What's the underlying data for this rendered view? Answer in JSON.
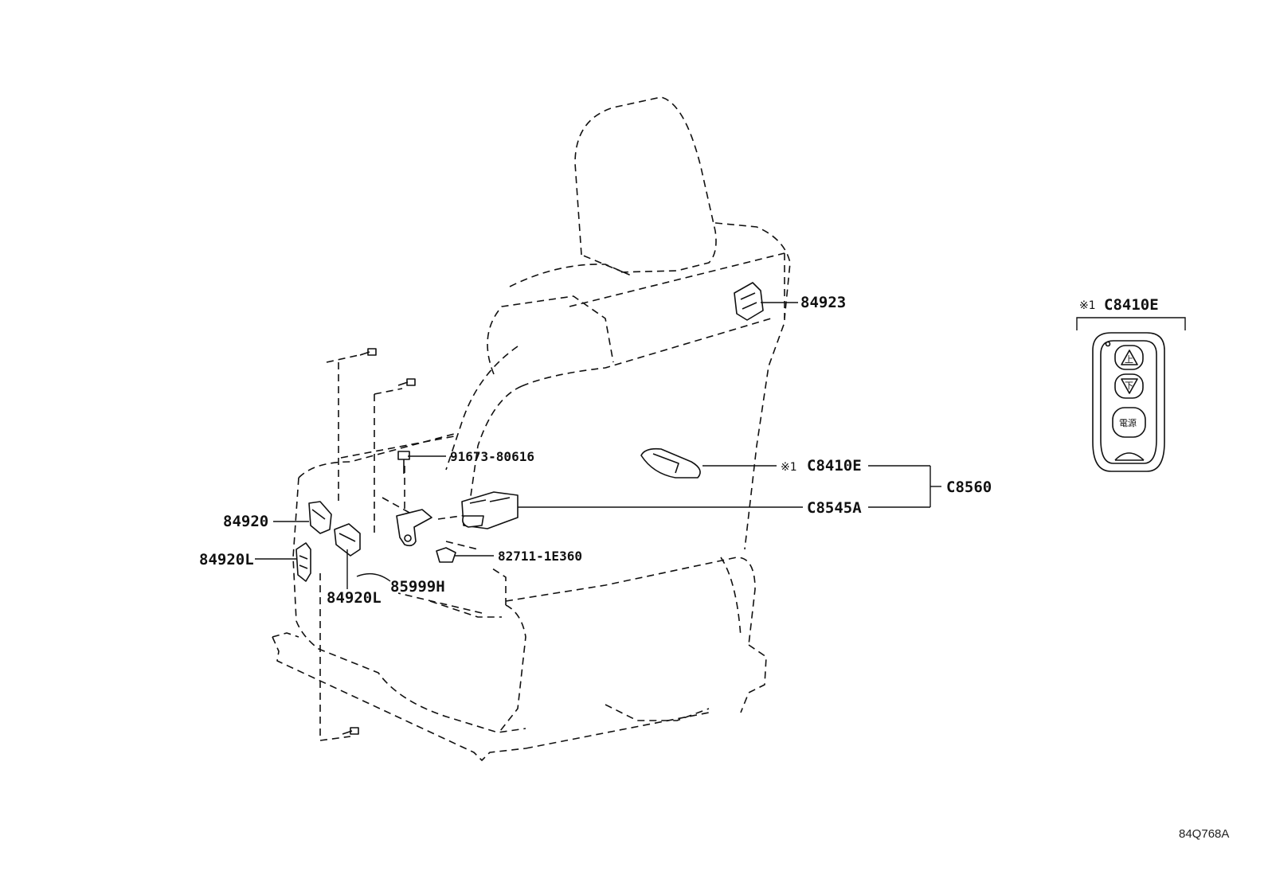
{
  "figure_id": "84Q768A",
  "callouts": {
    "p84923": "84923",
    "p91673": "91673-80616",
    "p82711": "82711-1E360",
    "p85999H": "85999H",
    "p84920": "84920",
    "p84920L_left": "84920L",
    "p84920L_bottom": "84920L",
    "pC8410E": "C8410E",
    "pC8545A": "C8545A",
    "pC8560": "C8560"
  },
  "note_mark": "※1",
  "inset": {
    "mark": "※1",
    "part": "C8410E",
    "buttons": {
      "up": "上",
      "down": "下",
      "power": "電源"
    }
  }
}
